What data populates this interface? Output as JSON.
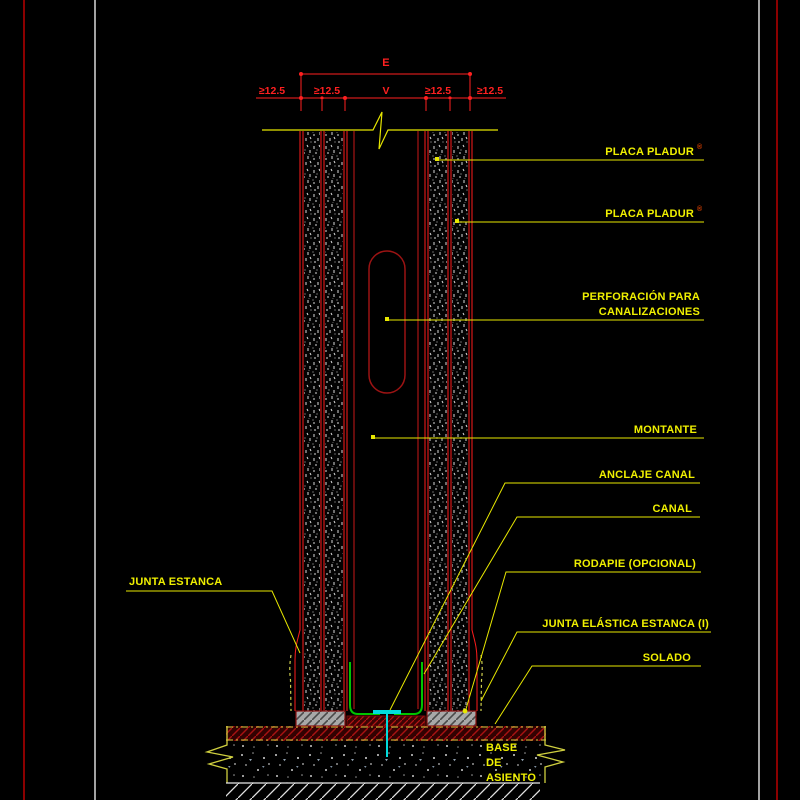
{
  "meta": {
    "drawing_type": "CAD wall partition detail section",
    "language": "es"
  },
  "colors": {
    "background": "#000000",
    "wall_line_red": "#ff1c1c",
    "dark_red": "#9b1313",
    "dimension_red": "#ff2020",
    "text_yellow": "#f0f000",
    "leader_yellow": "#e8e800",
    "canal_green": "#00c400",
    "anchor_cyan": "#00dcdc",
    "viewport_white": "#e8e8e8",
    "sheet_frame_red": "#8b0000",
    "registered_mark_red": "#d84000",
    "rodapie_gray": "#a8a8a8"
  },
  "dimensions": {
    "overall_label": "E",
    "cavity_label": "V",
    "board_labels": [
      "≥12.5",
      "≥12.5",
      "≥12.5",
      "≥12.5"
    ]
  },
  "labels": {
    "right": [
      {
        "text": "PLACA PLADUR",
        "mark": "®"
      },
      {
        "text": "PLACA PLADUR",
        "mark": "®"
      },
      {
        "line1": "PERFORACIÓN PARA",
        "line2": "CANALIZACIONES"
      },
      {
        "text": "MONTANTE"
      },
      {
        "text": "ANCLAJE CANAL"
      },
      {
        "text": "CANAL"
      },
      {
        "text": "RODAPIE (OPCIONAL)"
      },
      {
        "text": "JUNTA ELÁSTICA ESTANCA (I)"
      },
      {
        "text": "SOLADO"
      }
    ],
    "left": {
      "junta_estanca": "JUNTA ESTANCA"
    },
    "base": {
      "line1": "BASE",
      "line2": "DE",
      "line3": "ASIENTO"
    }
  }
}
